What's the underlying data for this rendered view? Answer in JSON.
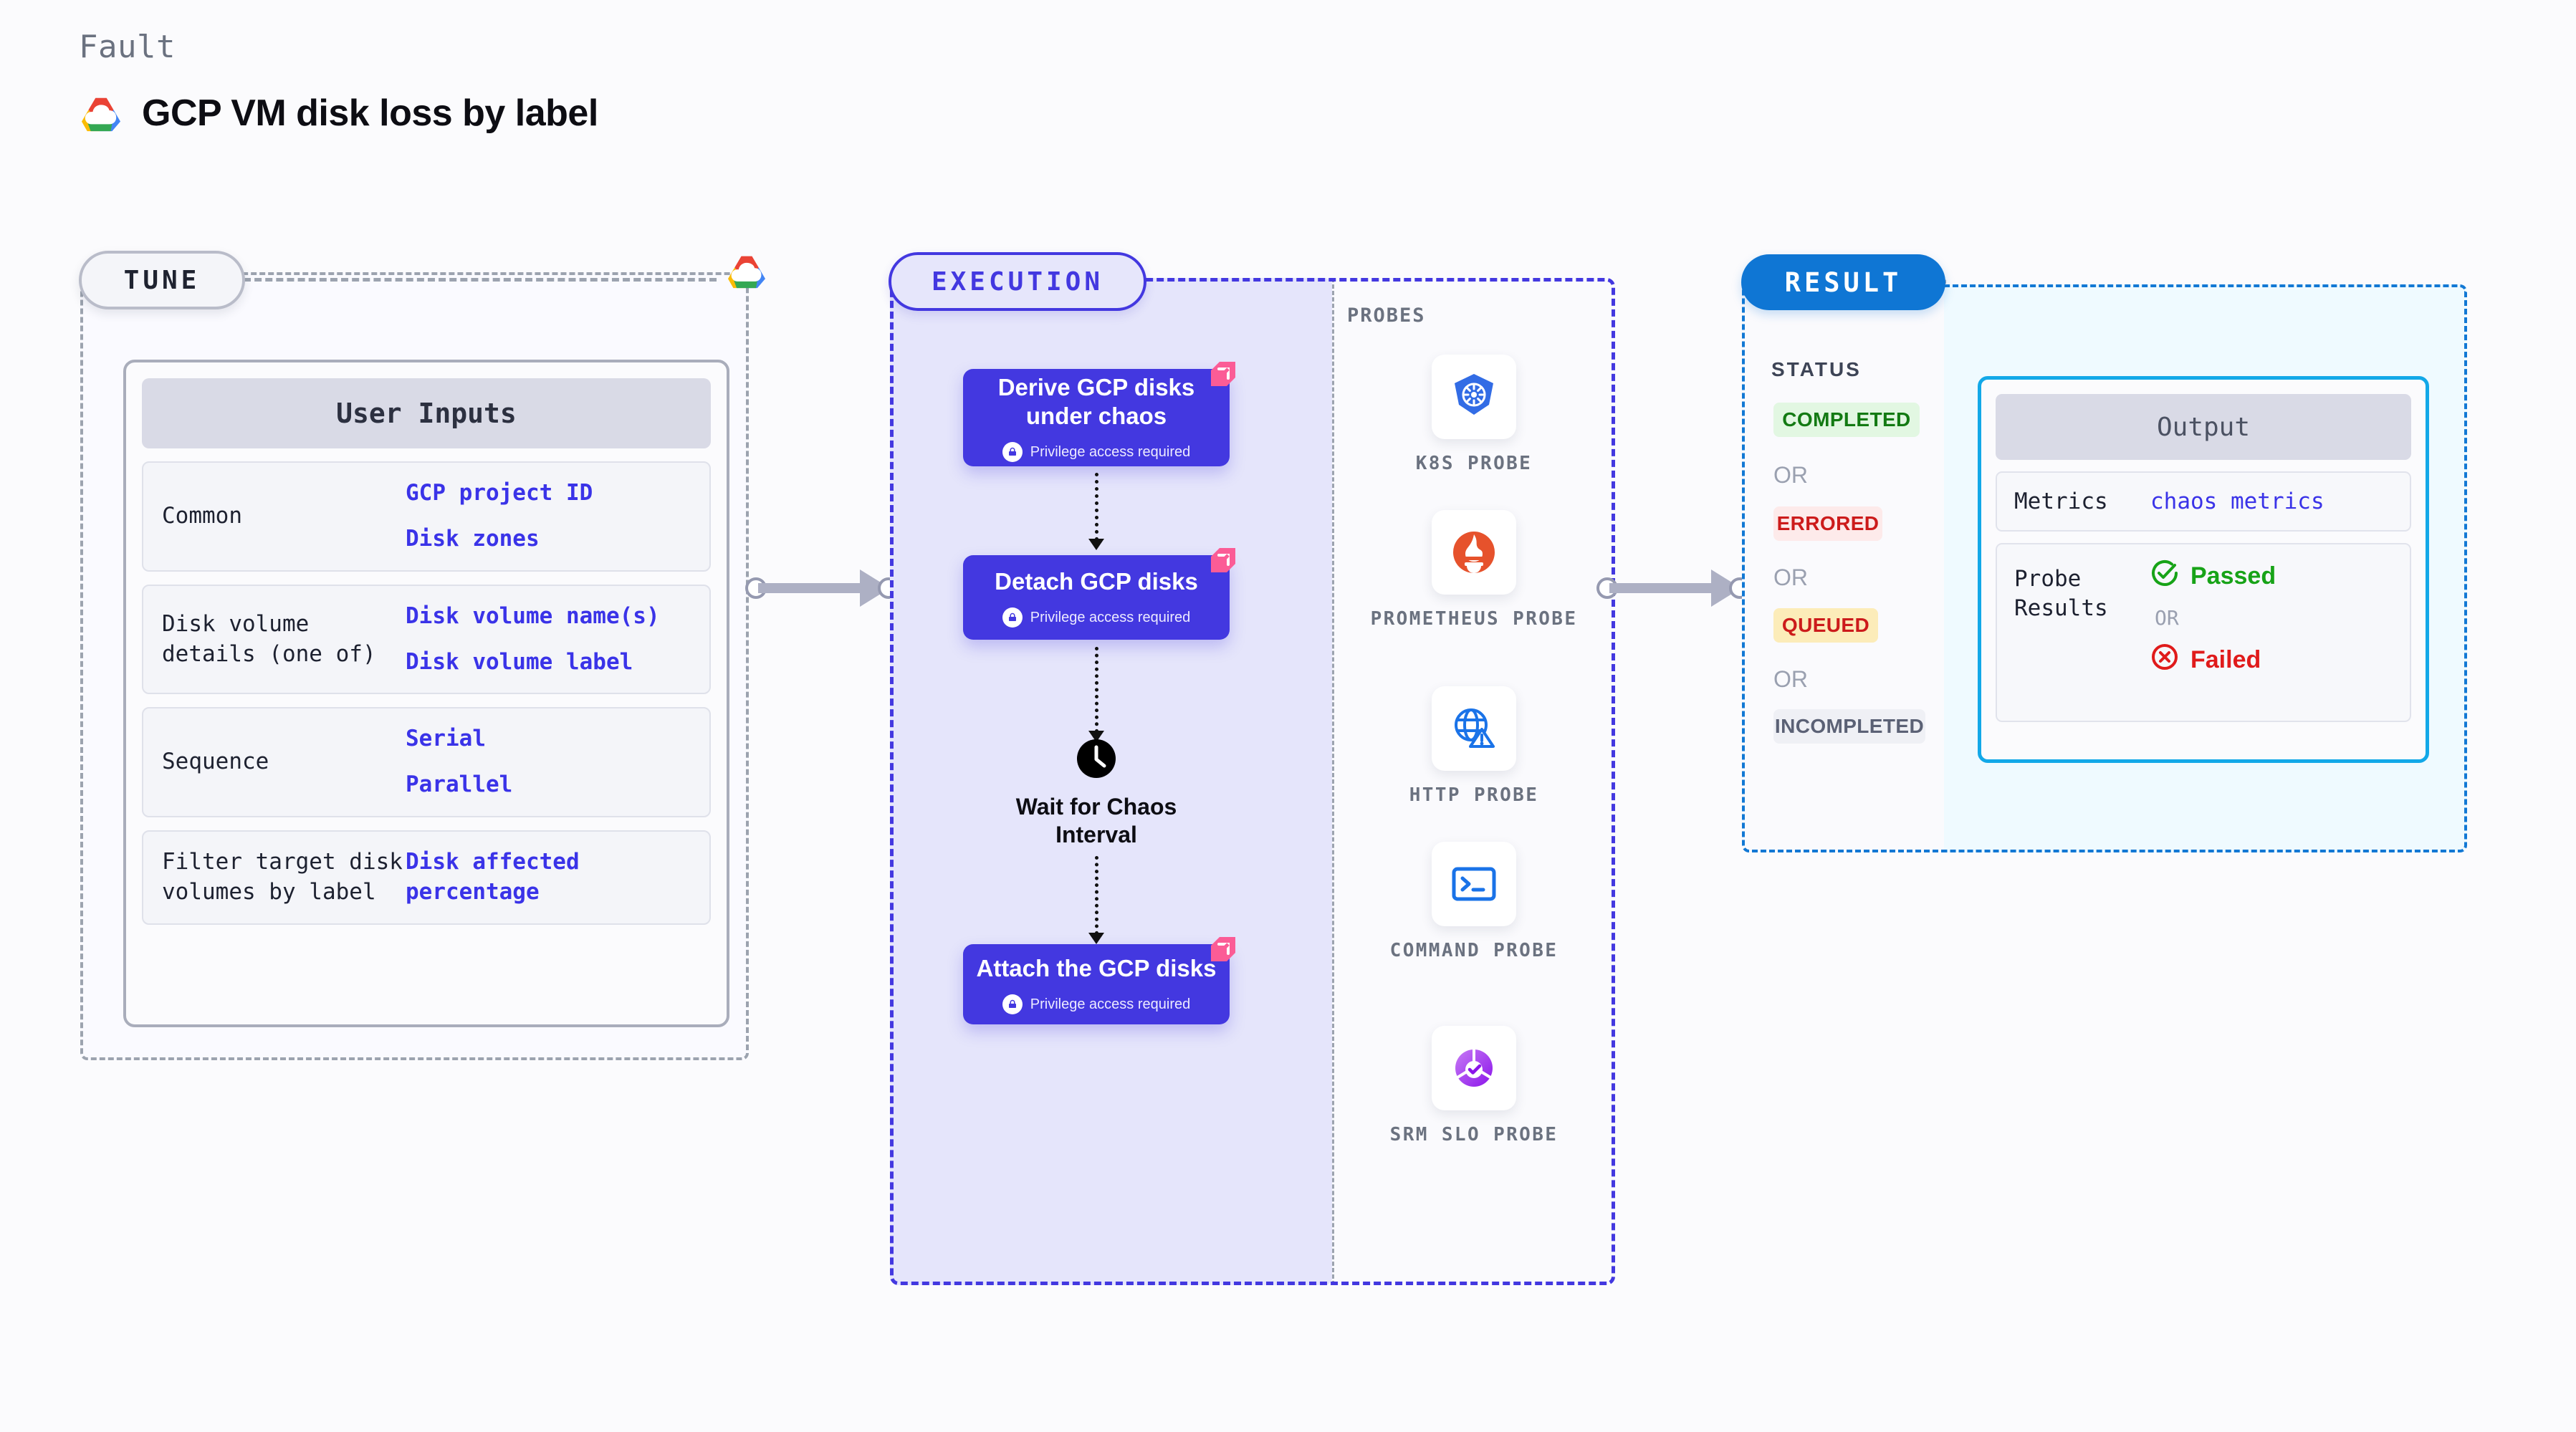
{
  "header": {
    "kicker": "Fault",
    "title": "GCP VM disk loss by label",
    "logo_icon": "gcp-logo-icon"
  },
  "tune": {
    "pill_label": "TUNE",
    "logo_icon": "gcp-logo-icon",
    "card_title": "User Inputs",
    "rows": [
      {
        "key": "Common",
        "values": [
          "GCP project ID",
          "Disk zones"
        ]
      },
      {
        "key": "Disk volume details (one of)",
        "values": [
          "Disk volume name(s)",
          "Disk volume label"
        ]
      },
      {
        "key": "Sequence",
        "values": [
          "Serial",
          "Parallel"
        ]
      },
      {
        "key": "Filter target disk volumes by label",
        "values": [
          "Disk affected percentage"
        ]
      }
    ]
  },
  "execution": {
    "pill_label": "EXECUTION",
    "nodes": [
      {
        "title": "Derive GCP disks under chaos",
        "privilege": "Privilege access required",
        "badge": "litmus-badge-icon",
        "lock_icon": "lock-icon"
      },
      {
        "title": "Detach GCP disks",
        "privilege": "Privilege access required",
        "badge": "litmus-badge-icon",
        "lock_icon": "lock-icon"
      },
      {
        "title": "Attach the GCP disks",
        "privilege": "Privilege access required",
        "badge": "litmus-badge-icon",
        "lock_icon": "lock-icon"
      }
    ],
    "wait": {
      "label": "Wait for Chaos Interval",
      "icon": "clock-icon"
    }
  },
  "probes": {
    "section_label": "PROBES",
    "items": [
      {
        "name": "K8S PROBE",
        "icon": "kubernetes-icon"
      },
      {
        "name": "PROMETHEUS PROBE",
        "icon": "prometheus-icon"
      },
      {
        "name": "HTTP PROBE",
        "icon": "http-globe-warning-icon"
      },
      {
        "name": "COMMAND PROBE",
        "icon": "terminal-icon"
      },
      {
        "name": "SRM SLO PROBE",
        "icon": "srm-slo-icon"
      }
    ]
  },
  "result": {
    "pill_label": "RESULT",
    "status_label": "STATUS",
    "or_label": "OR",
    "statuses": [
      {
        "label": "COMPLETED",
        "bg": "#e2f7e2",
        "fg": "#137a13"
      },
      {
        "label": "ERRORED",
        "bg": "#fdeaea",
        "fg": "#cc1b1b"
      },
      {
        "label": "QUEUED",
        "bg": "#fcecb9",
        "fg": "#cc1b1b"
      },
      {
        "label": "INCOMPLETED",
        "bg": "#eff0f5",
        "fg": "#5b6175"
      }
    ],
    "output": {
      "title": "Output",
      "metrics_key": "Metrics",
      "metrics_value": "chaos metrics",
      "probe_key": "Probe Results",
      "passed_label": "Passed",
      "failed_label": "Failed",
      "or_label": "OR",
      "passed_icon": "check-circle-icon",
      "failed_icon": "x-circle-icon"
    }
  },
  "colors": {
    "brand_purple": "#4338e0",
    "result_blue": "#0f76d4",
    "output_cyan": "#12a8e8",
    "badge_pink": "#fb5c96",
    "pass_green": "#17a317",
    "fail_red": "#e01b1b"
  }
}
